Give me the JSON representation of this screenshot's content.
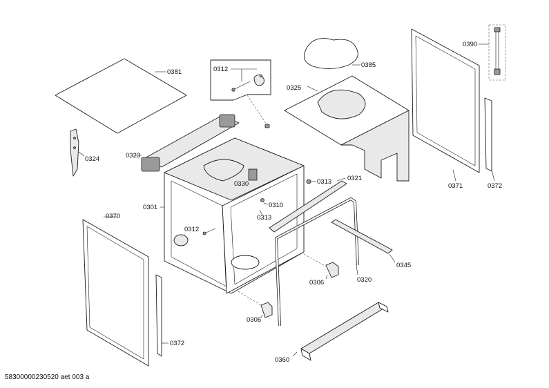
{
  "diagram": {
    "callouts": {
      "c0381": "0381",
      "c0312a": "0312",
      "c0385": "0385",
      "c0390": "0390",
      "c0325": "0325",
      "c0324": "0324",
      "c0323": "0323",
      "c0330": "0330",
      "c0313a": "0313",
      "c0321": "0321",
      "c0371": "0371",
      "c0372a": "0372",
      "c0301": "0301",
      "c0310": "0310",
      "c0313b": "0313",
      "c0370": "0370",
      "c0312b": "0312",
      "c0345": "0345",
      "c0306a": "0306",
      "c0320": "0320",
      "c0306b": "0306",
      "c0372b": "0372",
      "c0360": "0360"
    }
  },
  "footer": {
    "code": "58300000230520 aet 003 a"
  }
}
